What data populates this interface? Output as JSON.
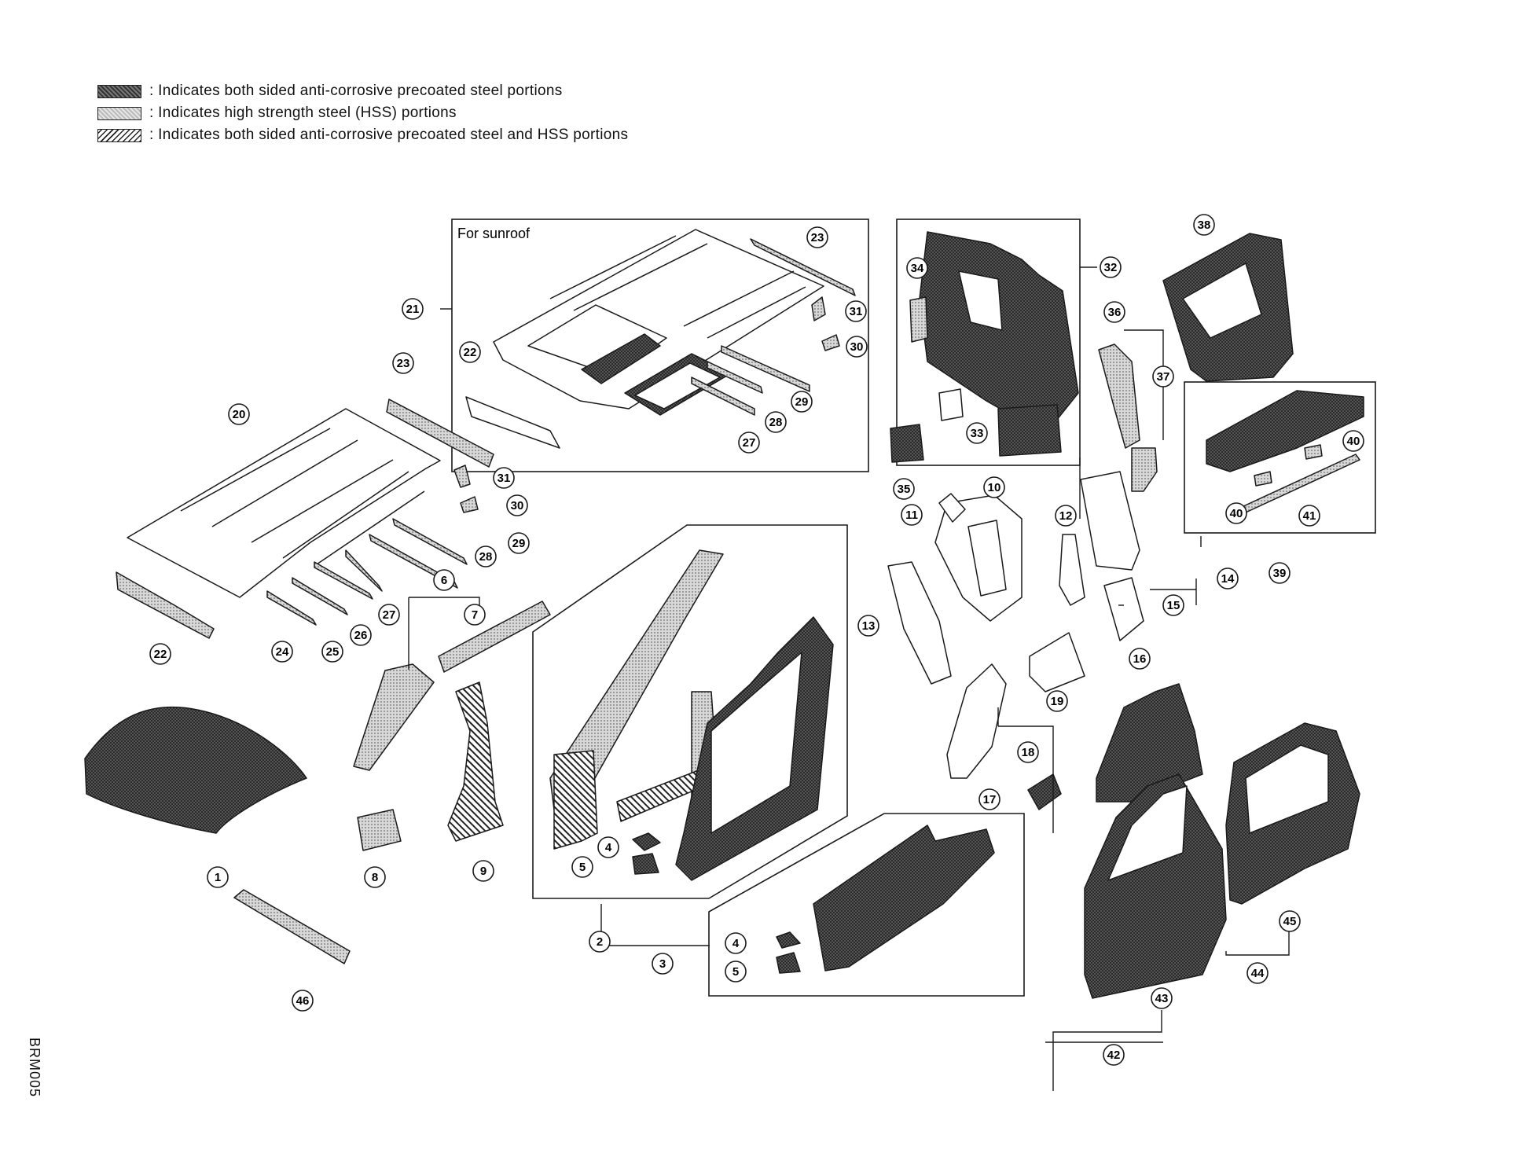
{
  "legend": [
    {
      "text": ": Indicates both sided anti-corrosive precoated steel portions",
      "pattern": "precoat"
    },
    {
      "text": ": Indicates high strength steel (HSS) portions",
      "pattern": "hss"
    },
    {
      "text": ": Indicates both sided anti-corrosive precoated steel and HSS portions",
      "pattern": "both"
    }
  ],
  "inset_label": "For sunroof",
  "figure_code": "BRM005",
  "colors": {
    "line": "#1a1a1a",
    "precoat": "#3a3a3a",
    "hss": "#9a9a9a",
    "panel": "#ffffff"
  },
  "callouts": [
    {
      "n": "1"
    },
    {
      "n": "2"
    },
    {
      "n": "3"
    },
    {
      "n": "4"
    },
    {
      "n": "5"
    },
    {
      "n": "4"
    },
    {
      "n": "5"
    },
    {
      "n": "6"
    },
    {
      "n": "7"
    },
    {
      "n": "8"
    },
    {
      "n": "9"
    },
    {
      "n": "10"
    },
    {
      "n": "11"
    },
    {
      "n": "12"
    },
    {
      "n": "13"
    },
    {
      "n": "14"
    },
    {
      "n": "15"
    },
    {
      "n": "16"
    },
    {
      "n": "17"
    },
    {
      "n": "18"
    },
    {
      "n": "19"
    },
    {
      "n": "20"
    },
    {
      "n": "21"
    },
    {
      "n": "22"
    },
    {
      "n": "22"
    },
    {
      "n": "23"
    },
    {
      "n": "23"
    },
    {
      "n": "24"
    },
    {
      "n": "25"
    },
    {
      "n": "26"
    },
    {
      "n": "27"
    },
    {
      "n": "27"
    },
    {
      "n": "28"
    },
    {
      "n": "28"
    },
    {
      "n": "29"
    },
    {
      "n": "29"
    },
    {
      "n": "30"
    },
    {
      "n": "30"
    },
    {
      "n": "31"
    },
    {
      "n": "31"
    },
    {
      "n": "32"
    },
    {
      "n": "33"
    },
    {
      "n": "34"
    },
    {
      "n": "35"
    },
    {
      "n": "36"
    },
    {
      "n": "37"
    },
    {
      "n": "38"
    },
    {
      "n": "39"
    },
    {
      "n": "40"
    },
    {
      "n": "40"
    },
    {
      "n": "41"
    },
    {
      "n": "42"
    },
    {
      "n": "43"
    },
    {
      "n": "44"
    },
    {
      "n": "45"
    },
    {
      "n": "46"
    }
  ]
}
